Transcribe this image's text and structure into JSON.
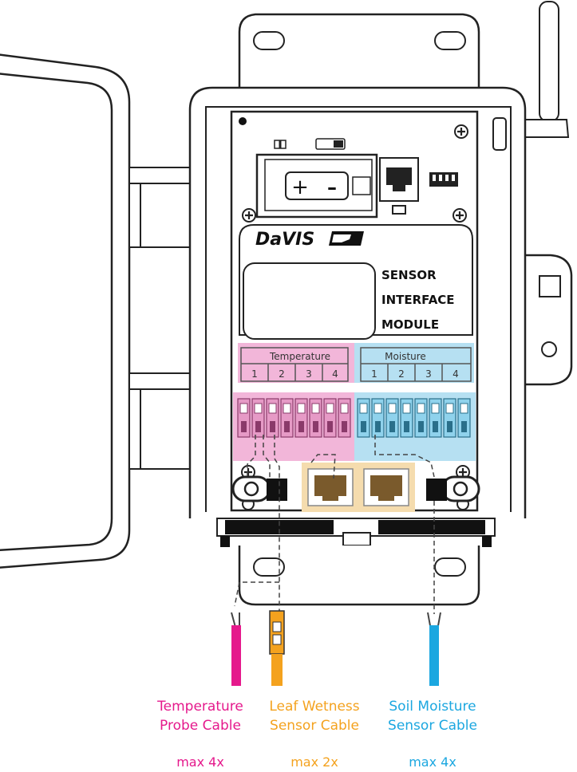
{
  "brand": "DaVIS",
  "module_title": [
    "SENSOR",
    "INTERFACE",
    "MODULE"
  ],
  "battery": {
    "plus": "+",
    "minus": "–"
  },
  "temperature_block": {
    "title": "Temperature",
    "ports": [
      "1",
      "2",
      "3",
      "4"
    ],
    "color": "#f2b6d9"
  },
  "moisture_block": {
    "title": "Moisture",
    "ports": [
      "1",
      "2",
      "3",
      "4"
    ],
    "color": "#b6e0f2"
  },
  "rj_jacks_color": "#f5dcae",
  "cables": [
    {
      "line1": "Temperature",
      "line2": "Probe Cable",
      "max": "max 4x",
      "color": "#e5198c"
    },
    {
      "line1": "Leaf Wetness",
      "line2": "Sensor Cable",
      "max": "max 2x",
      "color": "#f4a21e"
    },
    {
      "line1": "Soil Moisture",
      "line2": "Sensor Cable",
      "max": "max 4x",
      "color": "#1ba7e0"
    }
  ]
}
